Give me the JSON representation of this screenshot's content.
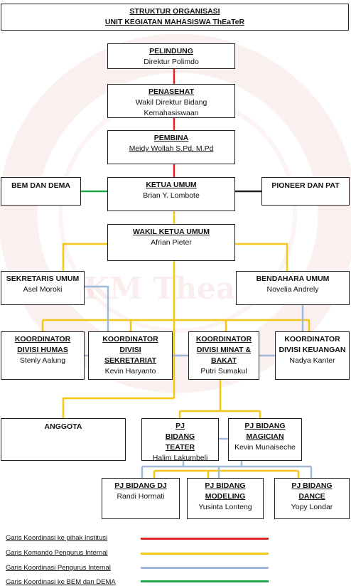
{
  "title": {
    "line1": "STRUKTUR ORGANISASI",
    "line2": "UNIT KEGIATAN MAHASISWA ThEaTeR"
  },
  "watermark_text": "UKM TheaTeR",
  "nodes": {
    "pelindung": {
      "title": "PELINDUNG",
      "name": "Direktur Polimdo"
    },
    "penasehat": {
      "title": "PENASEHAT",
      "name": "Wakil Direktur Bidang Kemahasiswaan"
    },
    "pembina": {
      "title": "PEMBINA",
      "name": "Meidy Wollah S.Pd, M.Pd"
    },
    "ketua": {
      "title": "KETUA UMUM",
      "name": "Brian Y. Lombote"
    },
    "bem": {
      "title": "BEM DAN DEMA"
    },
    "pioneer": {
      "title": "PIONEER DAN PAT"
    },
    "wakil": {
      "title": "WAKIL KETUA UMUM",
      "name": "Afrian Pieter"
    },
    "sekretaris": {
      "title": "SEKRETARIS UMUM",
      "name": "Asel Moroki"
    },
    "bendahara": {
      "title": "BENDAHARA UMUM",
      "name": "Novelia Andrely"
    },
    "humas": {
      "title": "KOORDINATOR DIVISI HUMAS",
      "name": "Stenly Aalung"
    },
    "sekretariat": {
      "title": "KOORDINATOR DIVISI SEKRETARIAT",
      "name": "Kevin Haryanto"
    },
    "minat": {
      "title": "KOORDINATOR DIVISI MINAT & BAKAT",
      "name": "Putri Sumakul"
    },
    "keuangan": {
      "title": "KOORDINATOR DIVISI KEUANGAN",
      "name": "Nadya Kanter"
    },
    "anggota": {
      "title": "ANGGOTA"
    },
    "teater": {
      "title": "PJ BIDANG TEATER",
      "name": "Halim Lakumbeli"
    },
    "magician": {
      "title": "PJ BIDANG MAGICIAN",
      "name": "Kevin Munaiseche"
    },
    "dj": {
      "title": "PJ BIDANG DJ",
      "name": "Randi Hormati"
    },
    "modeling": {
      "title": "PJ BIDANG MODELING",
      "name": "Yusinta Lonteng"
    },
    "dance": {
      "title": "PJ BIDANG DANCE",
      "name": "Yopy Londar"
    }
  },
  "legend": [
    {
      "label": "Garis Koordinasi ke pihak Institusi",
      "color": "#e02424"
    },
    {
      "label": "Garis Komando Pengurus Internal",
      "color": "#f5c518"
    },
    {
      "label": "Garis Koordinasi Pengurus Internal",
      "color": "#9fb9d6"
    },
    {
      "label": "Garis Koordinasi ke BEM dan DEMA",
      "color": "#22a84a"
    }
  ],
  "colors": {
    "red": "#e02424",
    "yellow": "#f5c518",
    "blue": "#9fb9d6",
    "green": "#22a84a"
  }
}
